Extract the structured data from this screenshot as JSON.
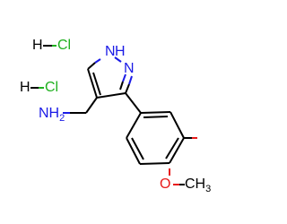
{
  "labels": {
    "hcl1_h": "H",
    "hcl1_cl": "Cl",
    "hcl2_h": "H",
    "hcl2_cl": "Cl",
    "nh": "N",
    "nh_h": "H",
    "n2": "N",
    "nh2": "NH",
    "nh2_sub": "2",
    "o": "O",
    "ch3": "CH",
    "ch3_sub": "3"
  },
  "colors": {
    "nitrogen": "#1a1ae6",
    "chlorine": "#1fb01f",
    "oxygen": "#e81b1b",
    "carbon": "#000000"
  }
}
